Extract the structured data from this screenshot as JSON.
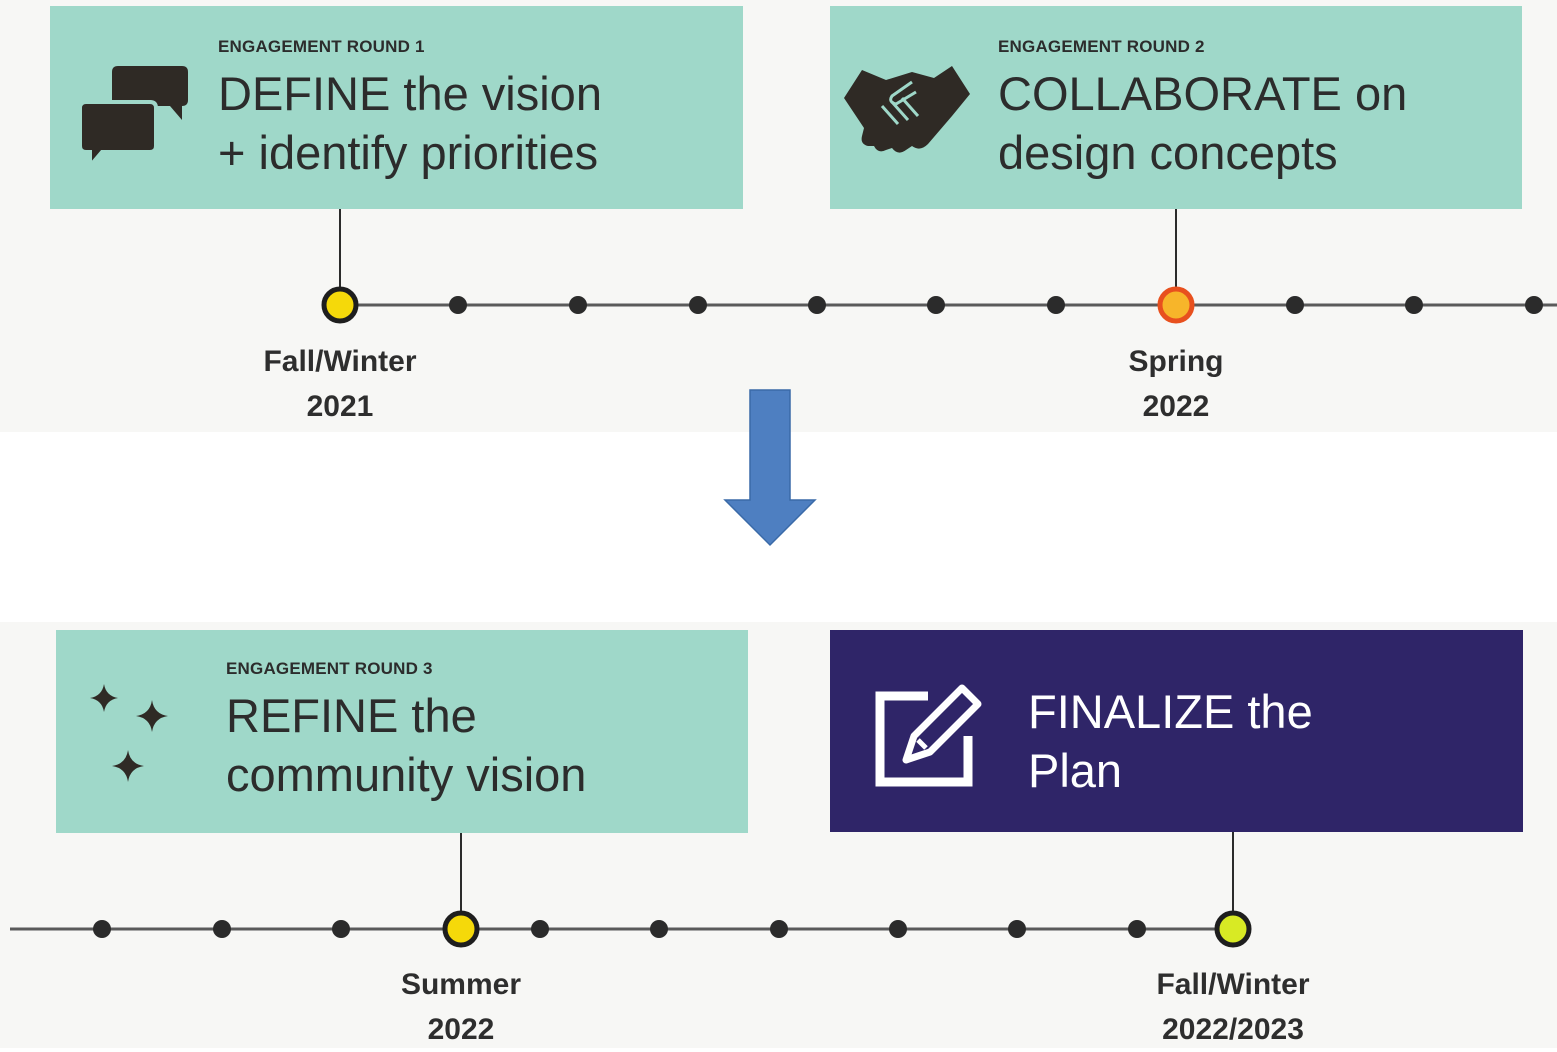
{
  "rows": [
    {
      "cards": [
        {
          "round_label": "ENGAGEMENT ROUND 1",
          "heading_lines": [
            "DEFINE the vision",
            "+ identify priorities"
          ],
          "icon": "speech-bubbles-icon",
          "date_lines": [
            "Fall/Winter",
            "2021"
          ],
          "marker_color": "#f5d90a"
        },
        {
          "round_label": "ENGAGEMENT ROUND 2",
          "heading_lines": [
            "COLLABORATE on",
            "design concepts"
          ],
          "icon": "handshake-icon",
          "date_lines": [
            "Spring",
            "2022"
          ],
          "marker_color": "#f39a1f"
        }
      ]
    },
    {
      "cards": [
        {
          "round_label": "ENGAGEMENT ROUND 3",
          "heading_lines": [
            "REFINE the",
            "community vision"
          ],
          "icon": "sparkles-icon",
          "date_lines": [
            "Summer",
            "2022"
          ],
          "marker_color": "#f5d90a"
        },
        {
          "round_label": "",
          "heading_lines": [
            "FINALIZE the",
            "Plan"
          ],
          "icon": "edit-document-icon",
          "date_lines": [
            "Fall/Winter",
            "2022/2023"
          ],
          "marker_color": "#d8ea24"
        }
      ]
    }
  ],
  "colors": {
    "card_teal": "#9fd8c9",
    "card_dark": "#2f2568",
    "arrow": "#4e7fc1",
    "timeline": "#2b2b2b"
  }
}
